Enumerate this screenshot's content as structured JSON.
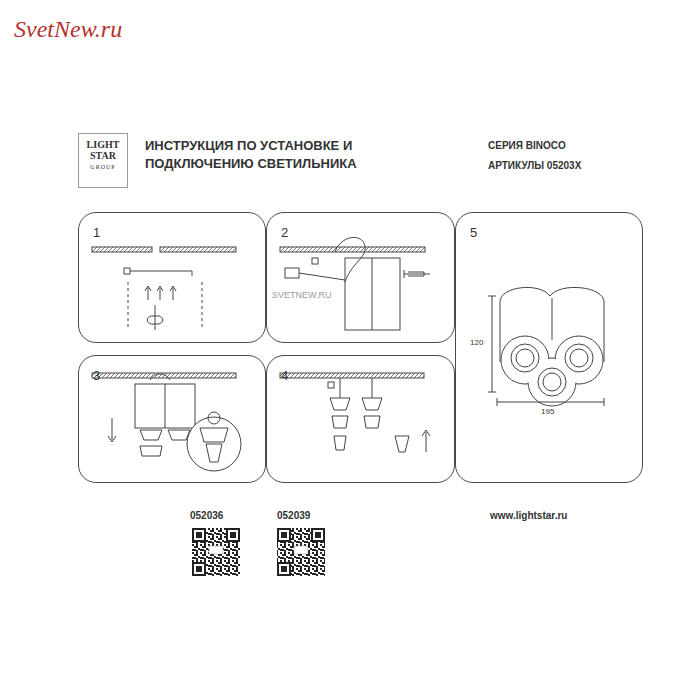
{
  "diagram": {
    "title": "ИНСТРУКЦИЯ ПО УСТАНОВКЕ И ПОДКЛЮЧЕНИЮ СВЕТИЛЬНИКА",
    "nodes": [
      {
        "text": [
          "LIGHT STAR",
          "GROUP"
        ]
      },
      {
        "text": [
          "1"
        ]
      },
      {
        "text": [
          "2"
        ]
      },
      {
        "text": [
          "5"
        ]
      },
      {
        "text": [
          "3"
        ]
      },
      {
        "text": [
          "4"
        ]
      }
    ],
    "labels": [
      "SvetNew.ru",
      "СЕРИЯ BINOCO",
      "АРТИКУЛЫ 05203X",
      "SVETNEW.RU",
      "120",
      "195",
      "052036",
      "052039",
      "www.lightstar.ru"
    ]
  }
}
